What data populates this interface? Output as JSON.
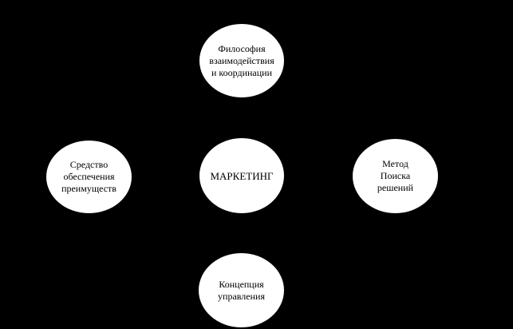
{
  "diagram": {
    "background_color": "#000000",
    "node_color": "#ffffff",
    "text_color": "#000000",
    "center": {
      "label": "МАРКЕТИНГ"
    },
    "top": {
      "label": "Философия\nвзаимодействия\nи координации"
    },
    "left": {
      "label": "Средство\nобеспечения\nпреимуществ"
    },
    "right": {
      "label": "Метод\nПоиска\nрешений"
    },
    "bottom": {
      "label": "Концепция\nуправления"
    }
  }
}
